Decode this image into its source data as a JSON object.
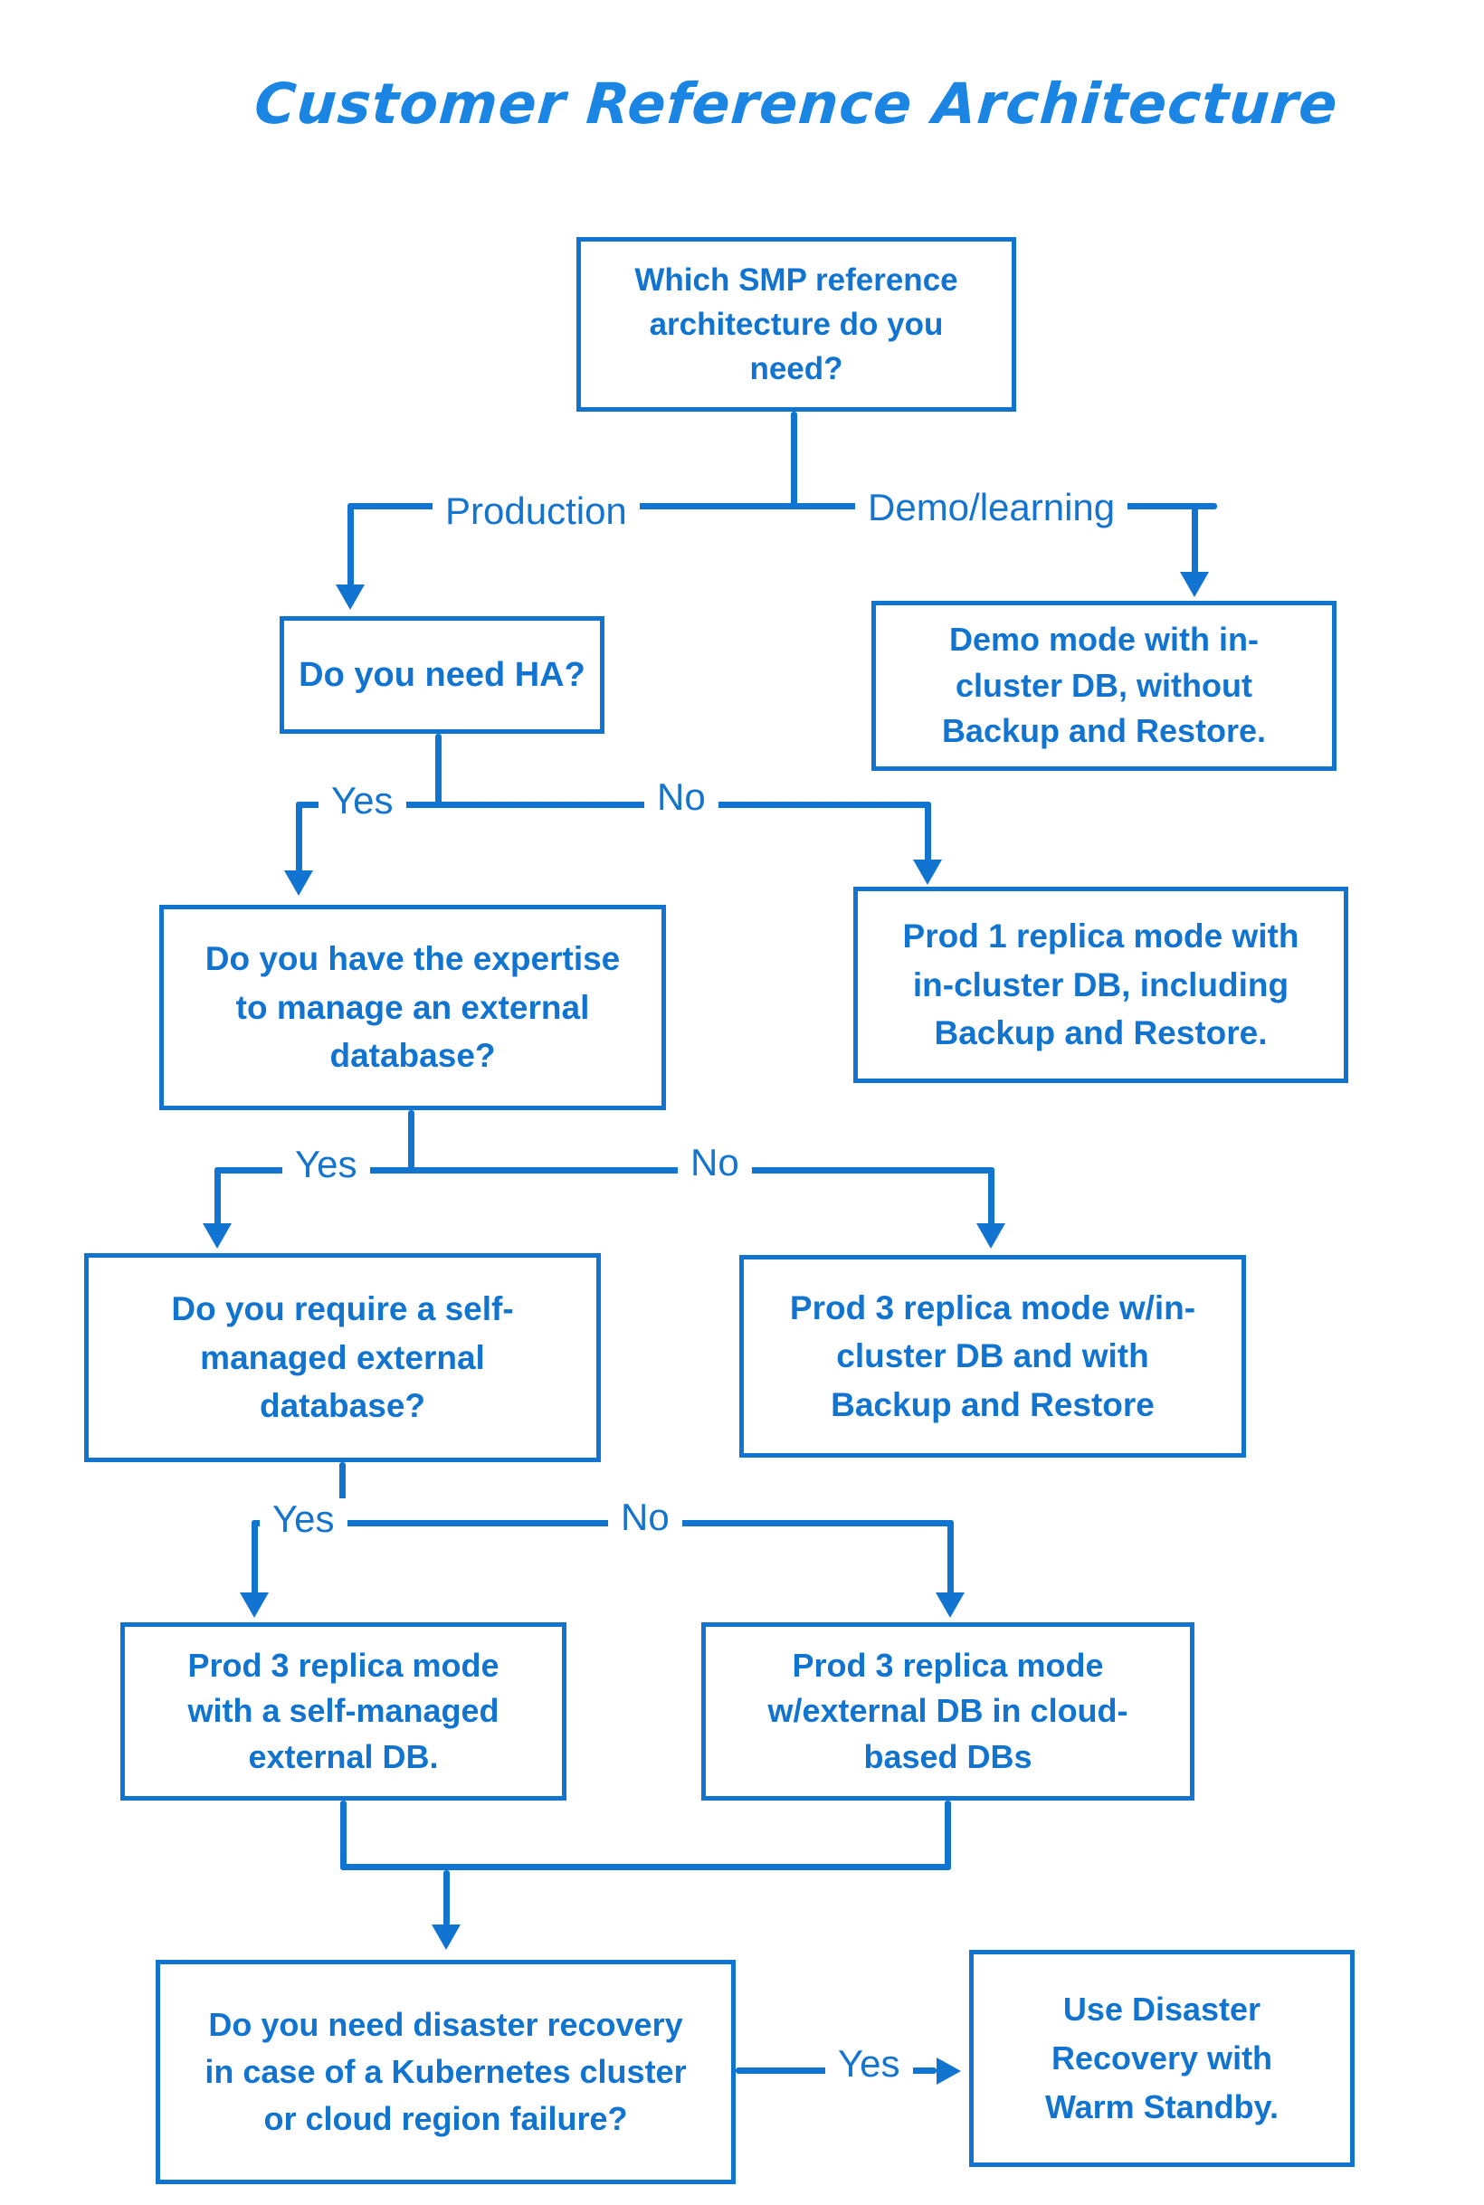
{
  "title": "Customer Reference Architecture",
  "colors": {
    "line": "#1174d0",
    "title": "#1b85e4",
    "background": "#ffffff"
  },
  "nodes": {
    "root": {
      "text": "Which SMP reference\narchitecture do you\nneed?"
    },
    "ha": {
      "text": "Do you need HA?"
    },
    "demo": {
      "text": "Demo mode with in-\ncluster DB, without\nBackup and Restore."
    },
    "expertise": {
      "text": "Do you have the expertise\nto manage an external\ndatabase?"
    },
    "prod1": {
      "text": "Prod 1 replica mode with\nin-cluster DB, including\nBackup and Restore."
    },
    "selfmanaged": {
      "text": "Do you require a self-\nmanaged external\ndatabase?"
    },
    "prod3_incluster": {
      "text": "Prod 3 replica mode w/in-\ncluster DB and with\nBackup and Restore"
    },
    "prod3_self": {
      "text": "Prod 3 replica mode\nwith a self-managed\nexternal DB."
    },
    "prod3_cloud": {
      "text": "Prod 3 replica mode\nw/external DB in cloud-\nbased DBs"
    },
    "dr_question": {
      "text": "Do you need disaster recovery\nin case of a Kubernetes cluster\nor cloud region failure?"
    },
    "dr_result": {
      "text": "Use Disaster\nRecovery with\nWarm Standby."
    }
  },
  "labels": {
    "production": "Production",
    "demo_learning": "Demo/learning",
    "ha_yes": "Yes",
    "ha_no": "No",
    "expertise_yes": "Yes",
    "expertise_no": "No",
    "selfmanaged_yes": "Yes",
    "selfmanaged_no": "No",
    "dr_yes": "Yes"
  }
}
